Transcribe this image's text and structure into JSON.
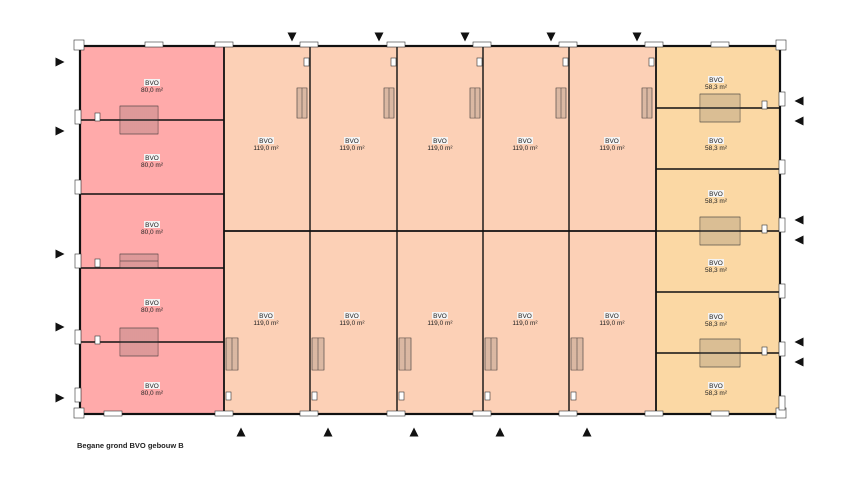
{
  "caption": "Begane grond BVO gebouw B",
  "colors": {
    "red_units": "#ffaaaa",
    "mid_units": "#fcd0b6",
    "right_units": "#fbd8a4",
    "wall": "#111111"
  },
  "units": [
    {
      "id": "L1",
      "group": "red",
      "name": "BVO",
      "area": "80,0 m²"
    },
    {
      "id": "L2",
      "group": "red",
      "name": "BVO",
      "area": "80,0 m²"
    },
    {
      "id": "L3",
      "group": "red",
      "name": "BVO",
      "area": "80,0 m²"
    },
    {
      "id": "L4",
      "group": "red",
      "name": "BVO",
      "area": "80,0 m²"
    },
    {
      "id": "L5",
      "group": "red",
      "name": "BVO",
      "area": "80,0 m²"
    },
    {
      "id": "M1",
      "group": "mid",
      "name": "BVO",
      "area": "119,0 m²"
    },
    {
      "id": "M2",
      "group": "mid",
      "name": "BVO",
      "area": "119,0 m²"
    },
    {
      "id": "M3",
      "group": "mid",
      "name": "BVO",
      "area": "119,0 m²"
    },
    {
      "id": "M4",
      "group": "mid",
      "name": "BVO",
      "area": "119,0 m²"
    },
    {
      "id": "M5",
      "group": "mid",
      "name": "BVO",
      "area": "119,0 m²"
    },
    {
      "id": "M6",
      "group": "mid",
      "name": "BVO",
      "area": "119,0 m²"
    },
    {
      "id": "M7",
      "group": "mid",
      "name": "BVO",
      "area": "119,0 m²"
    },
    {
      "id": "M8",
      "group": "mid",
      "name": "BVO",
      "area": "119,0 m²"
    },
    {
      "id": "M9",
      "group": "mid",
      "name": "BVO",
      "area": "119,0 m²"
    },
    {
      "id": "M10",
      "group": "mid",
      "name": "BVO",
      "area": "119,0 m²"
    },
    {
      "id": "R1",
      "group": "right",
      "name": "BVO",
      "area": "58,3 m²"
    },
    {
      "id": "R2",
      "group": "right",
      "name": "BVO",
      "area": "58,3 m²"
    },
    {
      "id": "R3",
      "group": "right",
      "name": "BVO",
      "area": "58,3 m²"
    },
    {
      "id": "R4",
      "group": "right",
      "name": "BVO",
      "area": "58,3 m²"
    },
    {
      "id": "R5",
      "group": "right",
      "name": "BVO",
      "area": "58,3 m²"
    },
    {
      "id": "R6",
      "group": "right",
      "name": "BVO",
      "area": "58,3 m²"
    }
  ]
}
